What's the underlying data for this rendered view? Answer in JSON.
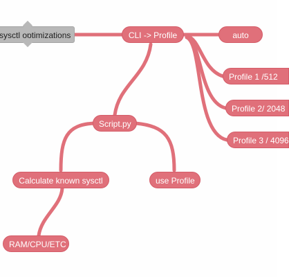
{
  "colors": {
    "node_fill": "#e0707a",
    "connector": "#e0707a",
    "root_fill": "#b8b8b8",
    "background": "#fefefe"
  },
  "nodes": {
    "root": {
      "label": "sysctl optimizations"
    },
    "cli_profile": {
      "label": "CLI -> Profile"
    },
    "auto": {
      "label": "auto"
    },
    "profile1": {
      "label": "Profile 1 /512"
    },
    "profile2": {
      "label": "Profile 2/ 2048"
    },
    "profile3": {
      "label": "Profile 3 / 4096"
    },
    "script": {
      "label": "Script.py"
    },
    "calculate": {
      "label": "Calculate known sysctl"
    },
    "use_profile": {
      "label": "use Profile"
    },
    "ram_cpu": {
      "label": "RAM/CPU/ETC"
    }
  }
}
